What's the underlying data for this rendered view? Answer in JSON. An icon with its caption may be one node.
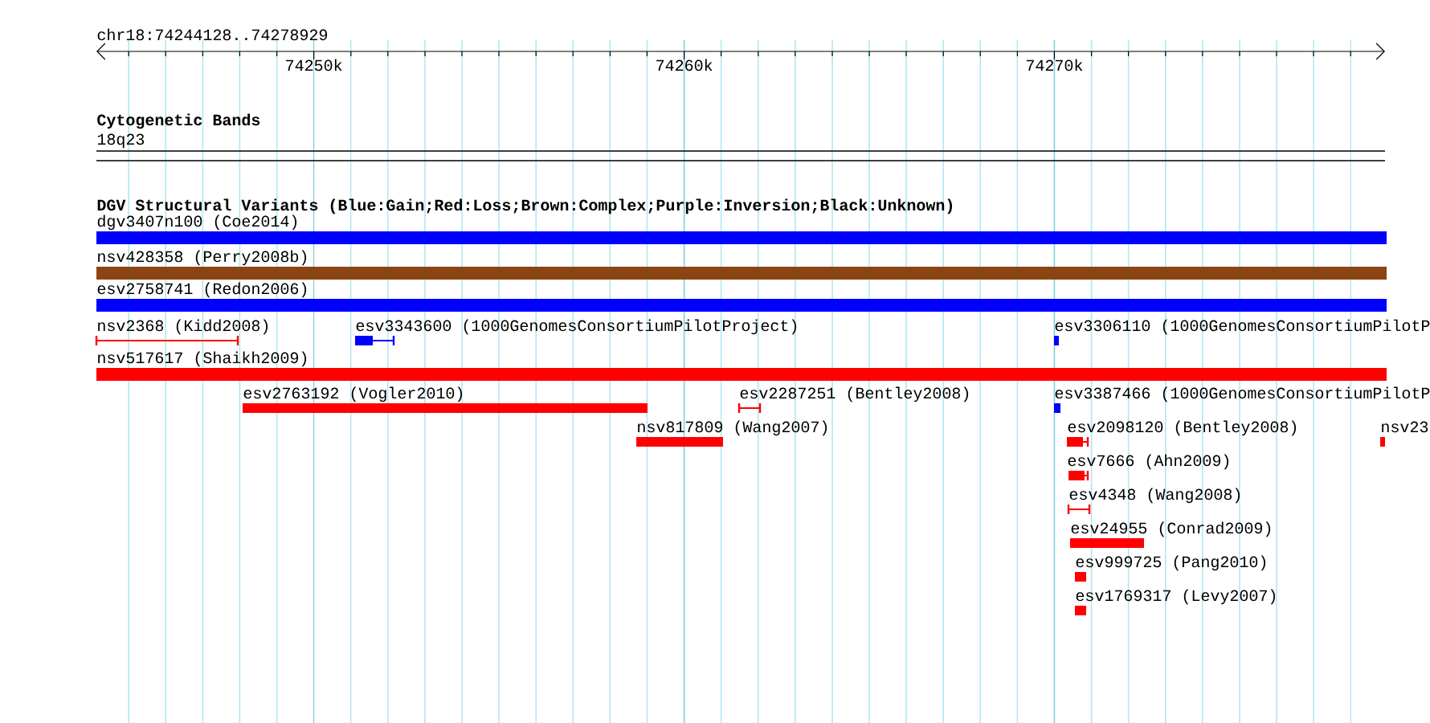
{
  "diagram": {
    "nodes": [
      {
        "text": [
          "dgv3407n100 (Coe2014)"
        ]
      },
      {
        "text": [
          "nsv428358 (Perry2008b)"
        ]
      },
      {
        "text": [
          "esv2758741 (Redon2006)"
        ]
      },
      {
        "text": [
          "nsv2368 (Kidd2008)"
        ]
      },
      {
        "text": [
          "esv3343600 (1000GenomesConsortiumPilotProject)"
        ]
      },
      {
        "text": [
          "esv3306110 (1000GenomesConsortiumPilotP"
        ]
      },
      {
        "text": [
          "nsv517617 (Shaikh2009)"
        ]
      },
      {
        "text": [
          "esv2763192 (Vogler2010)"
        ]
      },
      {
        "text": [
          "esv2287251 (Bentley2008)"
        ]
      },
      {
        "text": [
          "esv3387466 (1000GenomesConsortiumPilotP"
        ]
      },
      {
        "text": [
          "nsv817809 (Wang2007)"
        ]
      },
      {
        "text": [
          "esv2098120 (Bentley2008)"
        ]
      },
      {
        "text": [
          "nsv23"
        ]
      },
      {
        "text": [
          "esv7666 (Ahn2009)"
        ]
      },
      {
        "text": [
          "esv4348 (Wang2008)"
        ]
      },
      {
        "text": [
          "esv24955 (Conrad2009)"
        ]
      },
      {
        "text": [
          "esv999725 (Pang2010)"
        ]
      },
      {
        "text": [
          "esv1769317 (Levy2007)"
        ]
      }
    ],
    "labels": [
      "chr18:74244128..74278929",
      "74250k",
      "74260k",
      "74270k",
      "Cytogenetic Bands",
      "18q23",
      "DGV Structural Variants (Blue:Gain;Red:Loss;Brown:Complex;Purple:Inversion;Black:Unknown)"
    ]
  }
}
